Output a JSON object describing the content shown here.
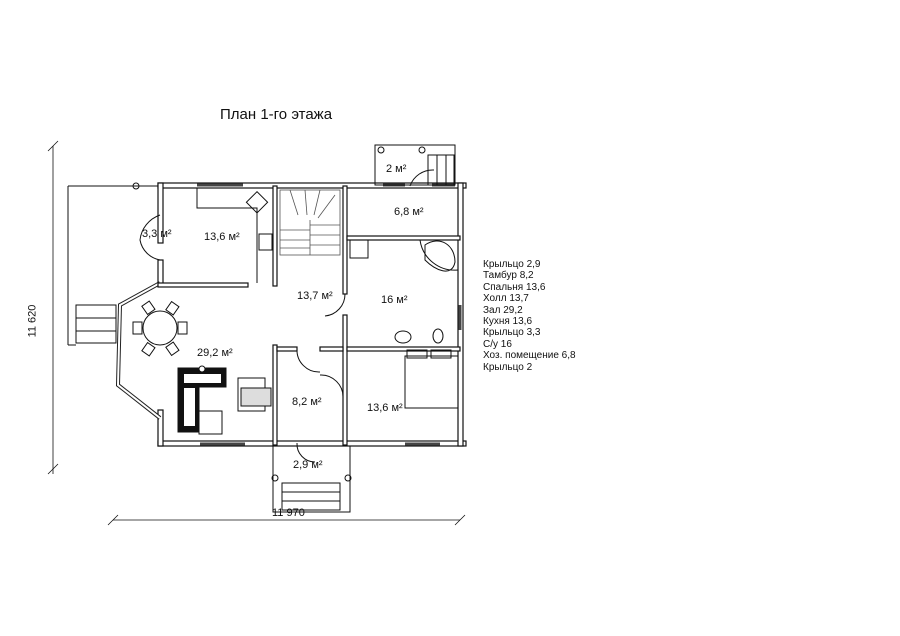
{
  "title": "План 1-го этажа",
  "dimensions": {
    "width": "11 970",
    "height": "11 620"
  },
  "rooms": [
    {
      "label": "3,3 м²"
    },
    {
      "label": "13,6 м²"
    },
    {
      "label": "2 м²"
    },
    {
      "label": "6,8 м²"
    },
    {
      "label": "13,7 м²"
    },
    {
      "label": "16 м²"
    },
    {
      "label": "29,2 м²"
    },
    {
      "label": "8,2 м²"
    },
    {
      "label": "13,6 м²"
    },
    {
      "label": "2,9 м²"
    }
  ],
  "legend": [
    "Крыльцо 2,9",
    "Тамбур 8,2",
    "Спальня 13,6",
    "Холл 13,7",
    "Зал 29,2",
    "Кухня 13,6",
    "Крыльцо 3,3",
    "С/у 16",
    "Хоз. помещение 6,8",
    "Крыльцо 2"
  ]
}
